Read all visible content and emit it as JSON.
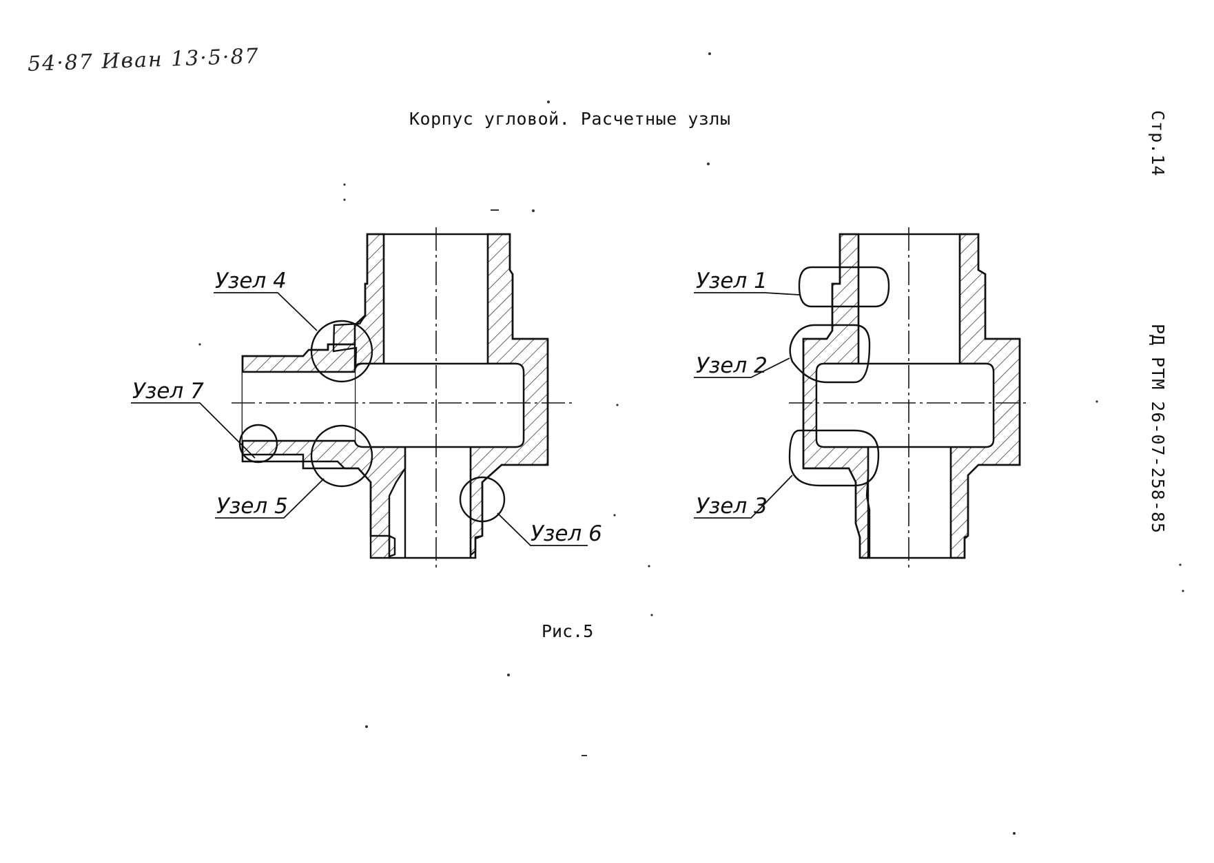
{
  "header": {
    "stamp": "54·87  Иван 13·5·87",
    "title": "Корпус угловой. Расчетные узлы"
  },
  "side": {
    "page": "Стр.14",
    "doc": "РД РТМ 26-07-258-85"
  },
  "figure": {
    "caption": "Рис.5",
    "labels": {
      "node1": "Узел 1",
      "node2": "Узел 2",
      "node3": "Узел 3",
      "node4": "Узел 4",
      "node5": "Узел 5",
      "node6": "Узел 6",
      "node7": "Узел 7"
    }
  }
}
